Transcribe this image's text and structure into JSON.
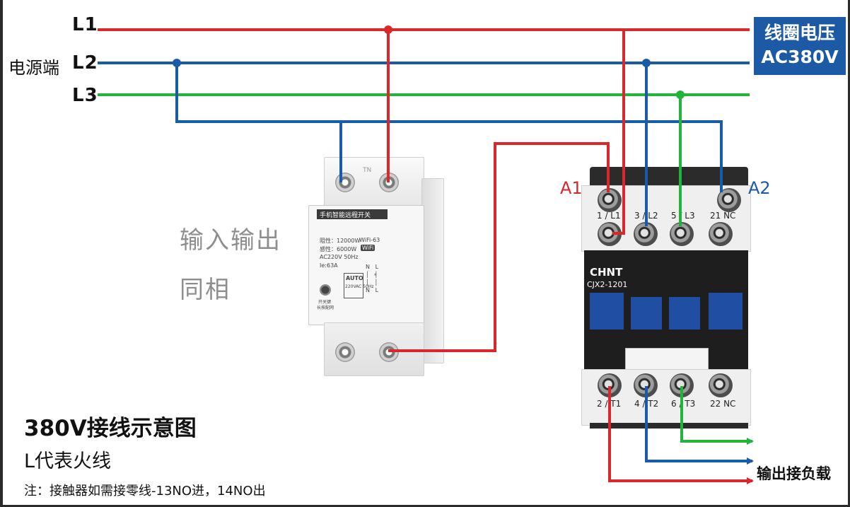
{
  "lines": {
    "l1": "L1",
    "l2": "L2",
    "l3": "L3",
    "source_label": "电源端"
  },
  "coil": {
    "line1": "线圈电压",
    "line2": "AC380V"
  },
  "contactor": {
    "a1": "A1",
    "a2": "A2",
    "brand": "CHNT",
    "model": "CJX2-1201",
    "top_terminals": [
      "1 / L1",
      "3 / L2",
      "5 / L3",
      "21 NC"
    ],
    "bottom_terminals": [
      "2 / T1",
      "4 / T2",
      "6 / T3",
      "22 NC"
    ]
  },
  "switch_device": {
    "name": "手机智能远程开关",
    "spec1": "阻性：12000W",
    "spec2": "感性：6000W",
    "spec3": "AC220V 50Hz",
    "spec4": "Ie:63A",
    "model": "WiFi-63",
    "wifi_badge": "WiFi",
    "auto": "AUTO",
    "auto_sub": "220VAC 50Hz",
    "button": "开关键",
    "button_sub": "长按配网",
    "top_mark": "TN"
  },
  "labels": {
    "phase_note_1": "输入输出",
    "phase_note_2": "同相",
    "title": "380V接线示意图",
    "subtitle": "L代表火线",
    "note": "注：接触器如需接零线-13NO进，14NO出",
    "output": "输出接负载"
  },
  "colors": {
    "l1": "#d8282a",
    "l2": "#1a5ba8",
    "l3": "#22b33a",
    "coil_box": "#1d5aa6"
  }
}
